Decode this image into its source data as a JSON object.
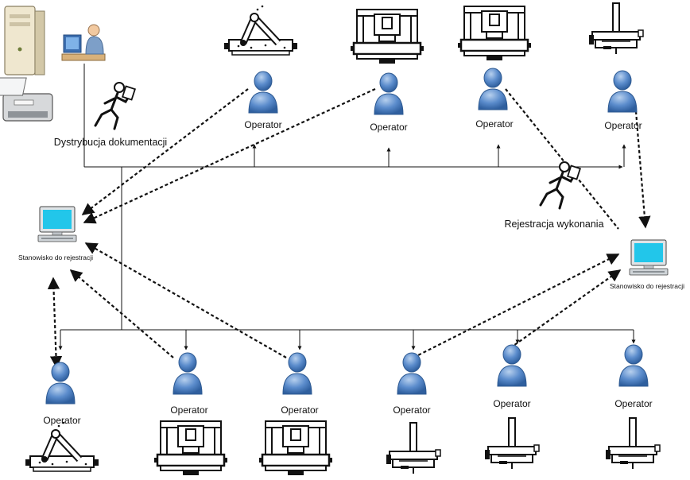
{
  "labels": {
    "operator": "Operator",
    "distribution": "Dystrybucja dokumentacji",
    "registration_done": "Rejestracja wykonania",
    "station": "Stanowisko do rejestracji"
  },
  "colors": {
    "operator_fill": "#4f81bd",
    "operator_light": "#9dbde3",
    "screen": "#22c6ea",
    "line": "#111111"
  },
  "icons": [
    "server-icon",
    "printer-icon",
    "office-worker-icon",
    "courier-icon",
    "computer-icon",
    "operator-icon",
    "machine-icon"
  ]
}
